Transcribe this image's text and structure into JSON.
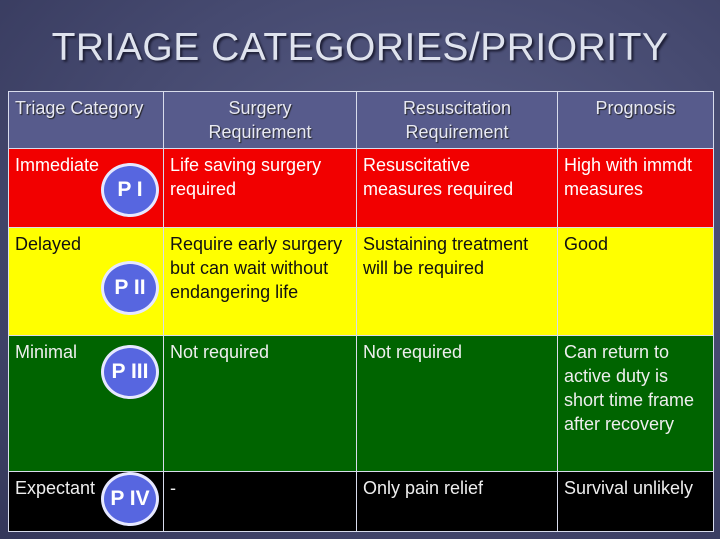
{
  "title": "TRIAGE CATEGORIES/PRIORITY",
  "headers": [
    "Triage Category",
    "Surgery Requirement",
    "Resuscitation Requirement",
    "Prognosis"
  ],
  "rows": [
    {
      "category": "Immediate",
      "priority": "P I",
      "surgery": "Life saving surgery required",
      "resuscitation": "Resuscitative measures required",
      "prognosis": "High with immdt measures",
      "color": "#f20000"
    },
    {
      "category": "Delayed",
      "priority": "P II",
      "surgery": "Require early surgery but can wait without endangering life",
      "resuscitation": "Sustaining treatment will be required",
      "prognosis": "Good",
      "color": "#ffff00"
    },
    {
      "category": "Minimal",
      "priority": "P III",
      "surgery": "Not required",
      "resuscitation": "Not required",
      "prognosis": "Can return to active duty is short time frame after recovery",
      "color": "#006400"
    },
    {
      "category": "Expectant",
      "priority": "P IV",
      "surgery": "-",
      "resuscitation": "Only pain relief",
      "prognosis": "Survival unlikely",
      "color": "#000000"
    }
  ]
}
